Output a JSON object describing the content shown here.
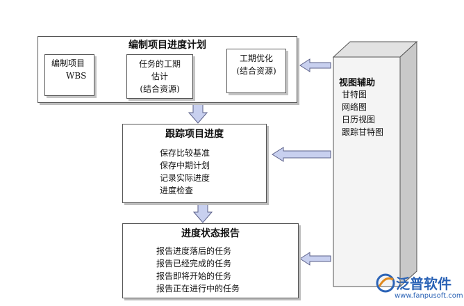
{
  "plan": {
    "title": "编制项目进度计划",
    "wbs_lines": [
      "编制项目",
      "WBS"
    ],
    "estimate_lines": [
      "任务的工期",
      "估计",
      "(结合资源)"
    ],
    "optimize_lines": [
      "工期优化",
      "(结合资源)"
    ]
  },
  "track": {
    "title": "跟踪项目进度",
    "items": [
      "保存比较基准",
      "保存中期计划",
      "记录实际进度",
      "进度检查"
    ]
  },
  "report": {
    "title": "进度状态报告",
    "items": [
      "报告进度落后的任务",
      "报告已经完成的任务",
      "报告即将开始的任务",
      "报告正在进行中的任务"
    ]
  },
  "views": {
    "title": "视图辅助",
    "items": [
      "甘特图",
      "网络图",
      "日历视图",
      "跟踪甘特图"
    ]
  },
  "watermark": {
    "brand": "泛普软件",
    "url": "www.fanpusoft.com"
  },
  "colors": {
    "arrow_fill": "#c8d0ef",
    "arrow_stroke": "#5a5f88",
    "pillar_front": "#f4f4f4",
    "pillar_side": "#c9c9c9",
    "brand_blue": "#2b63b6"
  }
}
